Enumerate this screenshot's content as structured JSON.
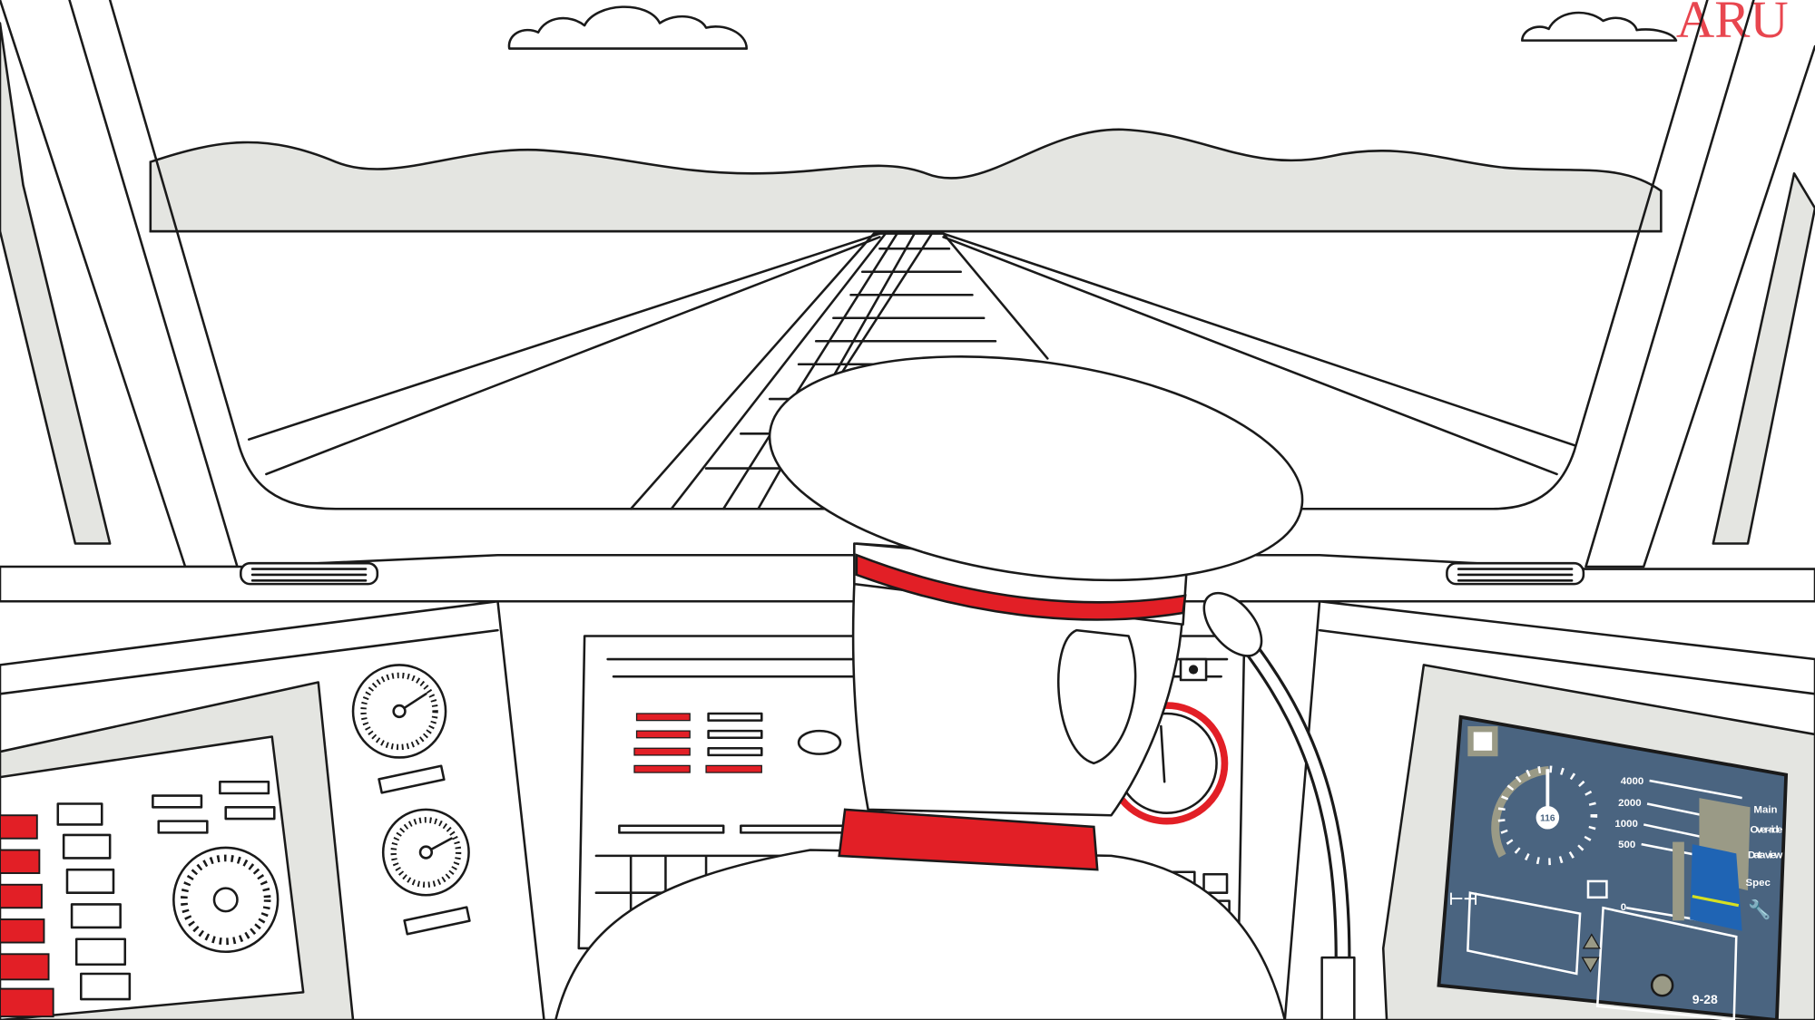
{
  "logo": {
    "text": "ARU"
  },
  "colors": {
    "accent_red": "#e21f26",
    "panel_grey": "#e4e5e1",
    "screen_blue": "#4a6480",
    "bar_blue": "#1f64b4",
    "bar_khaki": "#9a9a86",
    "indicator_yellow": "#d6e021"
  },
  "cab_screen": {
    "speed_value": "116",
    "distance_ticks": [
      "4000",
      "2000",
      "1000",
      "500",
      "0"
    ],
    "side_labels": [
      "Main",
      "Over-ride",
      "Data view",
      "Spec"
    ],
    "time": "9-28",
    "icons": [
      "square-icon",
      "tools-icon",
      "wrench-icon",
      "arrow-up-icon",
      "arrow-down-icon",
      "menu-icon",
      "steering-icon"
    ]
  }
}
